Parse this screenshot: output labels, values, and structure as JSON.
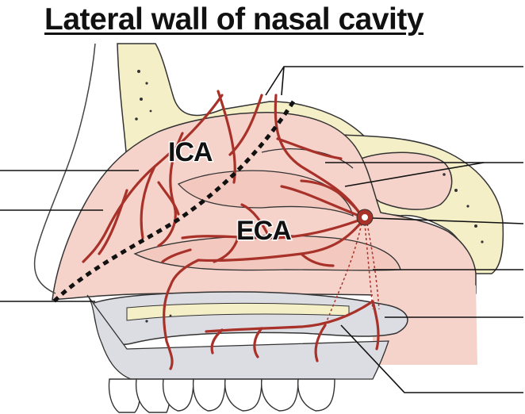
{
  "title": "Lateral wall of nasal cavity",
  "labels": {
    "ica": "ICA",
    "eca": "ECA"
  },
  "colors": {
    "vessel": "#a8322a",
    "mucosa": "#f6d3ca",
    "bone": "#f5efc8",
    "palate": "#dcdde3",
    "outline": "#333333",
    "divider": "#111111"
  }
}
